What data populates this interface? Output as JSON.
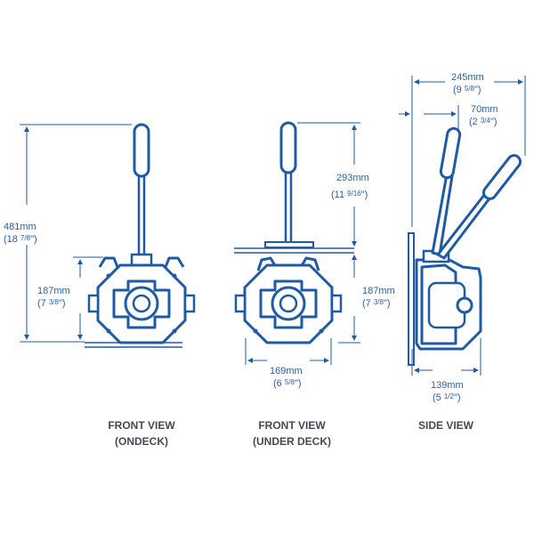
{
  "colors": {
    "line": "#1f5aa6",
    "text": "#2a5fa8",
    "label": "#444a55"
  },
  "views": {
    "front_ondeck": {
      "label_1": "FRONT VIEW",
      "label_2": "(ONDECK)"
    },
    "front_underdeck": {
      "label_1": "FRONT VIEW",
      "label_2": "(UNDER DECK)"
    },
    "side": {
      "label_1": "SIDE VIEW"
    }
  },
  "dimensions": {
    "total_height": {
      "mm": "481mm",
      "inch_open": "(18 ",
      "inch_frac": "7/8",
      "inch_close": "\")"
    },
    "body_height_ondeck": {
      "mm": "187mm",
      "inch_open": "(7 ",
      "inch_frac": "3/8",
      "inch_close": "\")"
    },
    "handle_height": {
      "mm": "293mm",
      "inch_open": "(11 ",
      "inch_frac": "9/16",
      "inch_close": "\")"
    },
    "body_height_underdeck": {
      "mm": "187mm",
      "inch_open": "(7 ",
      "inch_frac": "3/8",
      "inch_close": "\")"
    },
    "body_width": {
      "mm": "169mm",
      "inch_open": "(6 ",
      "inch_frac": "5/8",
      "inch_close": "\")"
    },
    "side_total_width": {
      "mm": "245mm",
      "inch_open": "(9 ",
      "inch_frac": "5/8",
      "inch_close": "\")"
    },
    "side_offset": {
      "mm": "70mm",
      "inch_open": "(2 ",
      "inch_frac": "3/4",
      "inch_close": "\")"
    },
    "side_depth": {
      "mm": "139mm",
      "inch_open": "(5 ",
      "inch_frac": "1/2",
      "inch_close": "\")"
    }
  }
}
